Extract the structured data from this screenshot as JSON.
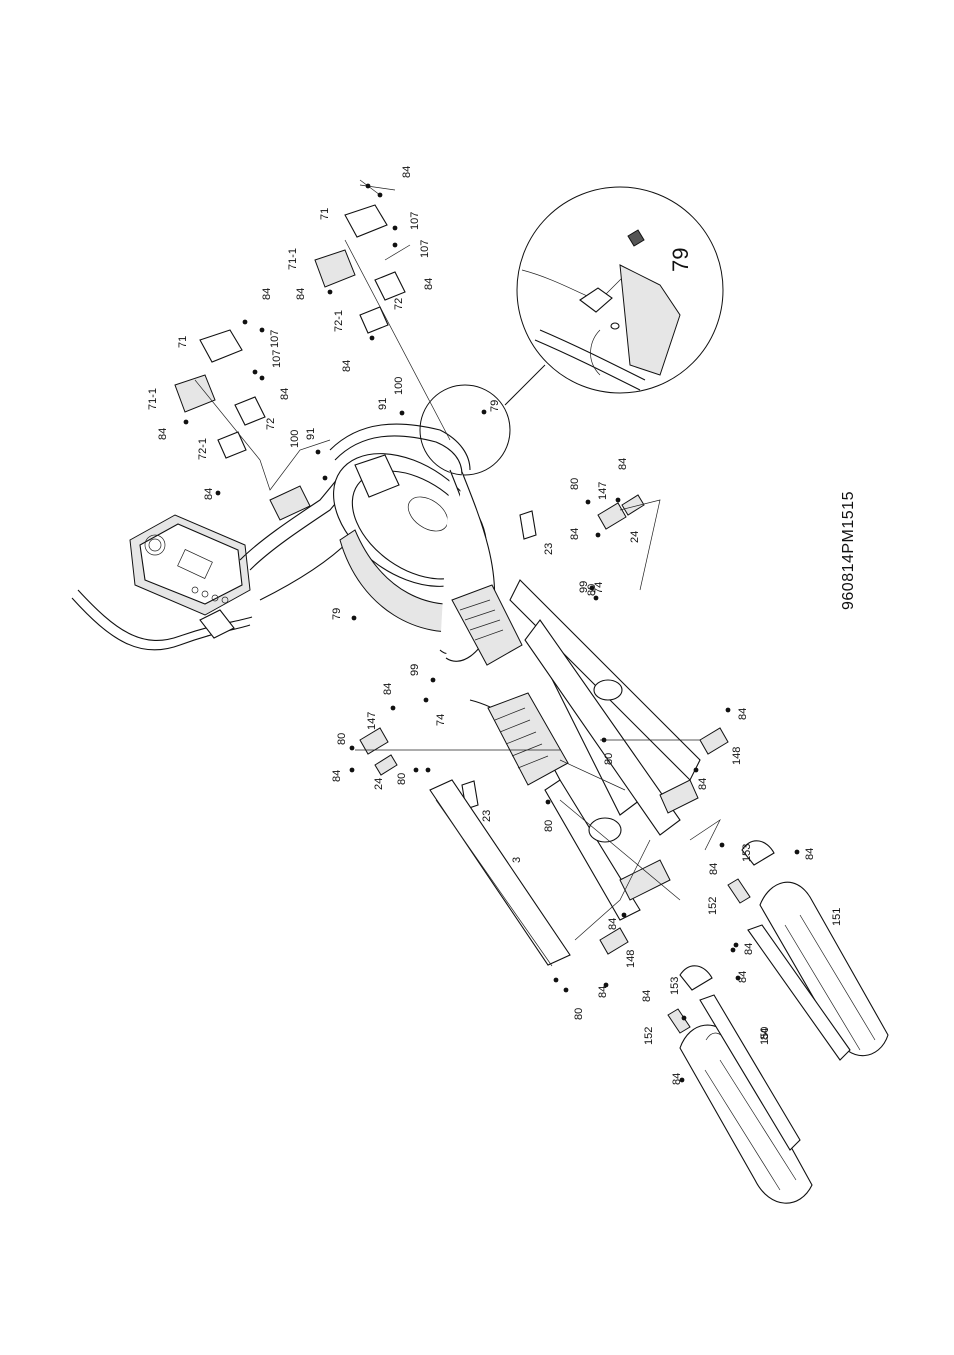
{
  "diagram_code": "960814PM1515",
  "detail_callout": "79",
  "part_labels": [
    "84",
    "107",
    "71",
    "71-1",
    "84",
    "107",
    "84",
    "72",
    "72-1",
    "84",
    "84",
    "107",
    "71",
    "71-1",
    "84",
    "107",
    "84",
    "72",
    "72-1",
    "84",
    "100",
    "91",
    "91",
    "100",
    "79",
    "79",
    "84",
    "147",
    "80",
    "24",
    "84",
    "23",
    "74",
    "99",
    "80",
    "99",
    "74",
    "23",
    "84",
    "147",
    "80",
    "84",
    "24",
    "80",
    "80",
    "3",
    "84",
    "80",
    "148",
    "84",
    "84",
    "148",
    "84",
    "80",
    "153",
    "84",
    "152",
    "84",
    "151",
    "84",
    "153",
    "84",
    "152",
    "84",
    "150",
    "84",
    "84"
  ]
}
